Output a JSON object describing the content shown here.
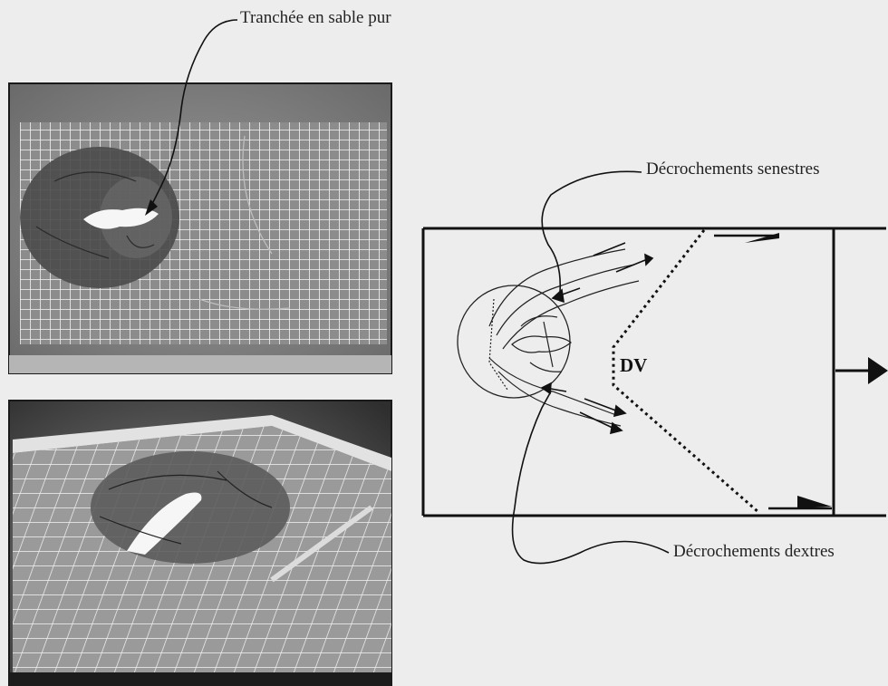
{
  "labels": {
    "trench": "Tranchée en sable pur",
    "sinistral": "Décrochements senestres",
    "dextral": "Décrochements dextres",
    "dv": "DV"
  },
  "colors": {
    "paper": "#ededed",
    "ink": "#222222",
    "photo_dark": "#3a3a3a",
    "photo_light": "#c8c8c8",
    "sand_white": "#f4f4f4"
  },
  "icons": {
    "motion_arrow": "right-arrow-icon",
    "shear_arrow": "half-arrow-icon"
  }
}
